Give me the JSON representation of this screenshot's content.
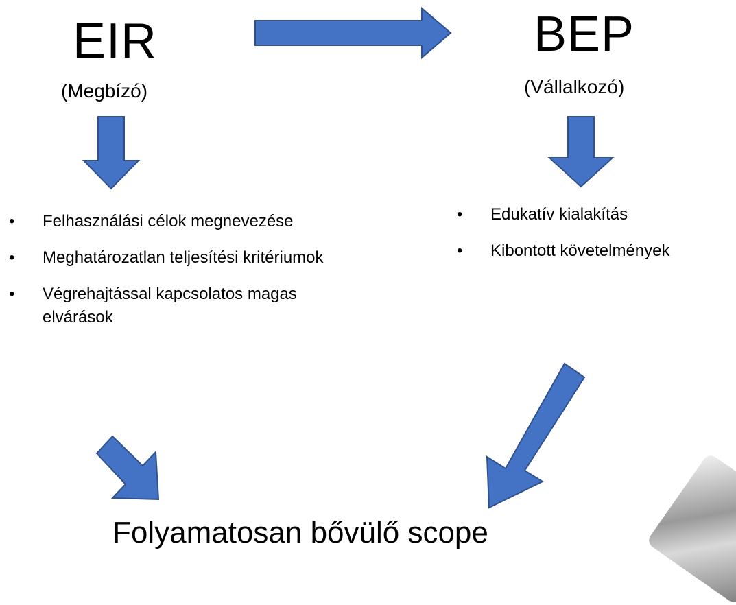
{
  "left": {
    "title": "EIR",
    "subtitle": "(Megbízó)",
    "bullets": [
      "Felhasználási célok megnevezése",
      "Meghatározatlan teljesítési kritériumok",
      "Végrehajtással kapcsolatos magas elvárások"
    ]
  },
  "right": {
    "title": "BEP",
    "subtitle": "(Vállalkozó)",
    "bullets": [
      "Edukatív kialakítás",
      "Kibontott követelmények"
    ]
  },
  "bottom": {
    "text": "Folyamatosan bővülő scope"
  },
  "colors": {
    "arrow_fill": "#4472C4",
    "arrow_stroke": "#2F528F"
  }
}
